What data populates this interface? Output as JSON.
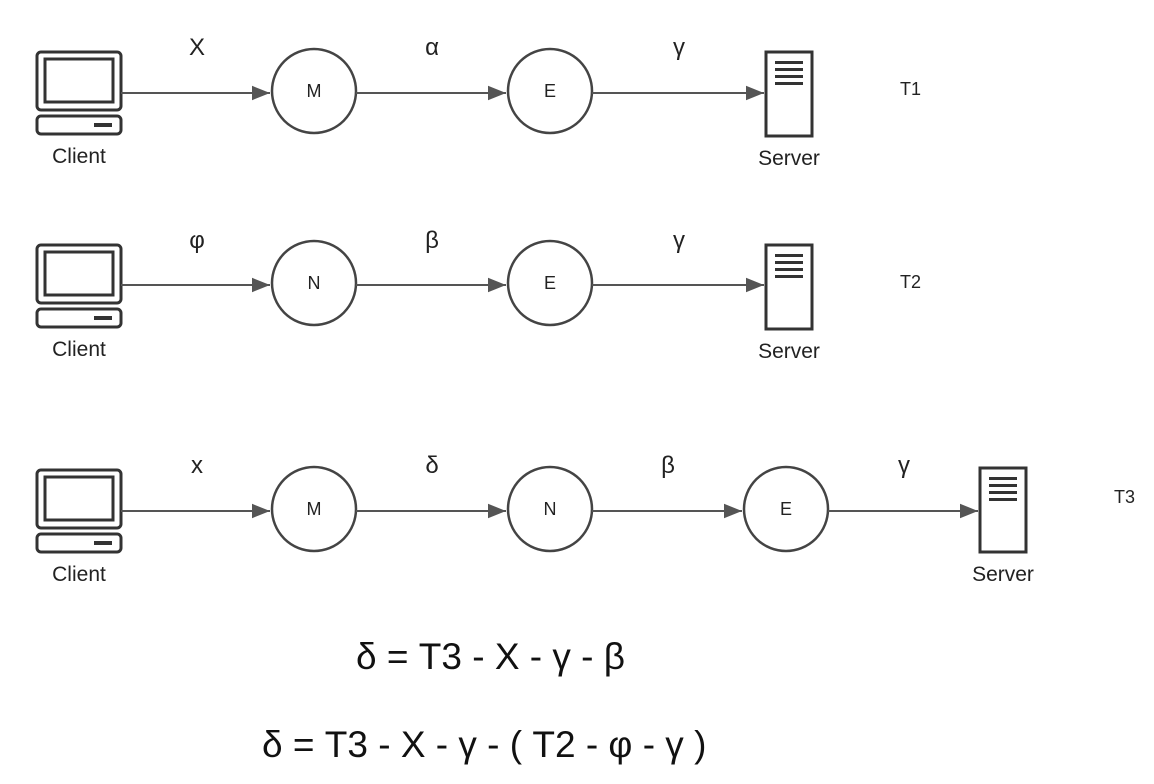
{
  "rows": [
    {
      "client_label": "Client",
      "server_label": "Server",
      "tag": "T1",
      "nodes": [
        "M",
        "E"
      ],
      "edges": [
        "X",
        "α",
        "γ"
      ]
    },
    {
      "client_label": "Client",
      "server_label": "Server",
      "tag": "T2",
      "nodes": [
        "N",
        "E"
      ],
      "edges": [
        "φ",
        "β",
        "γ"
      ]
    },
    {
      "client_label": "Client",
      "server_label": "Server",
      "tag": "T3",
      "nodes": [
        "M",
        "N",
        "E"
      ],
      "edges": [
        "x",
        "δ",
        "β",
        "γ"
      ]
    }
  ],
  "formulas": [
    "δ = T3 - X - γ - β",
    "δ = T3 - X - γ - ( T2 - φ - γ )"
  ],
  "colors": {
    "stroke": "#333333",
    "arrow": "#555555",
    "text": "#222222"
  }
}
